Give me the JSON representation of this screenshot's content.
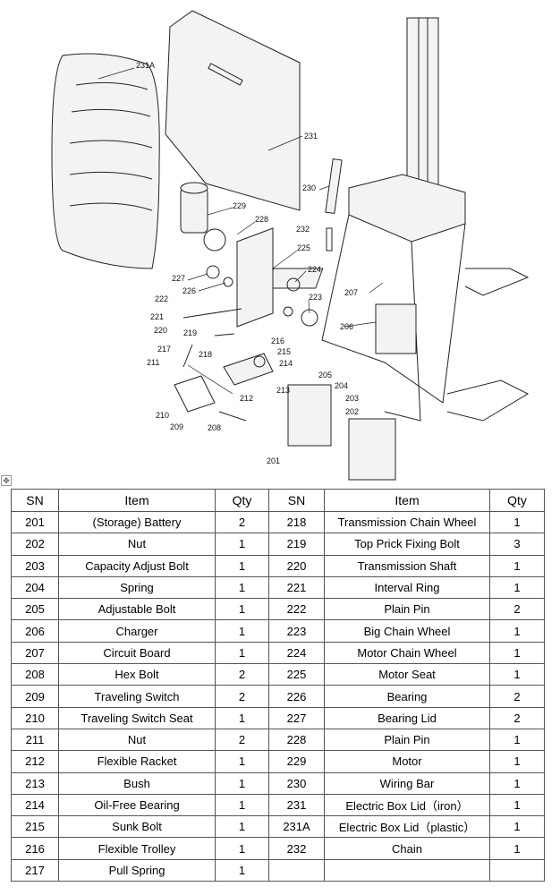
{
  "diagram": {
    "callouts": [
      "231A",
      "231",
      "230",
      "229",
      "228",
      "225",
      "224",
      "223",
      "227",
      "226",
      "222",
      "221",
      "220",
      "219",
      "217",
      "218",
      "216",
      "215",
      "214",
      "213",
      "212",
      "211",
      "210",
      "209",
      "208",
      "207",
      "206",
      "205",
      "204",
      "203",
      "202",
      "232",
      "201"
    ]
  },
  "table": {
    "headers": [
      "SN",
      "Item",
      "Qty",
      "SN",
      "Item",
      "Qty"
    ],
    "rows": [
      [
        "201",
        "(Storage) Battery",
        "2",
        "218",
        "Transmission Chain Wheel",
        "1"
      ],
      [
        "202",
        "Nut",
        "1",
        "219",
        "Top Prick Fixing Bolt",
        "3"
      ],
      [
        "203",
        "Capacity Adjust Bolt",
        "1",
        "220",
        "Transmission Shaft",
        "1"
      ],
      [
        "204",
        "Spring",
        "1",
        "221",
        "Interval Ring",
        "1"
      ],
      [
        "205",
        "Adjustable Bolt",
        "1",
        "222",
        "Plain Pin",
        "2"
      ],
      [
        "206",
        "Charger",
        "1",
        "223",
        "Big Chain Wheel",
        "1"
      ],
      [
        "207",
        "Circuit Board",
        "1",
        "224",
        "Motor Chain Wheel",
        "1"
      ],
      [
        "208",
        "Hex Bolt",
        "2",
        "225",
        "Motor Seat",
        "1"
      ],
      [
        "209",
        "Traveling Switch",
        "2",
        "226",
        "Bearing",
        "2"
      ],
      [
        "210",
        "Traveling Switch Seat",
        "1",
        "227",
        "Bearing Lid",
        "2"
      ],
      [
        "211",
        "Nut",
        "2",
        "228",
        "Plain Pin",
        "1"
      ],
      [
        "212",
        "Flexible Racket",
        "1",
        "229",
        "Motor",
        "1"
      ],
      [
        "213",
        "Bush",
        "1",
        "230",
        "Wiring Bar",
        "1"
      ],
      [
        "214",
        "Oil-Free Bearing",
        "1",
        "231",
        "Electric Box Lid（iron）",
        "1"
      ],
      [
        "215",
        "Sunk Bolt",
        "1",
        "231A",
        "Electric Box Lid（plastic）",
        "1"
      ],
      [
        "216",
        "Flexible Trolley",
        "1",
        "232",
        "Chain",
        "1"
      ],
      [
        "217",
        "Pull Spring",
        "1",
        "",
        "",
        ""
      ]
    ]
  }
}
